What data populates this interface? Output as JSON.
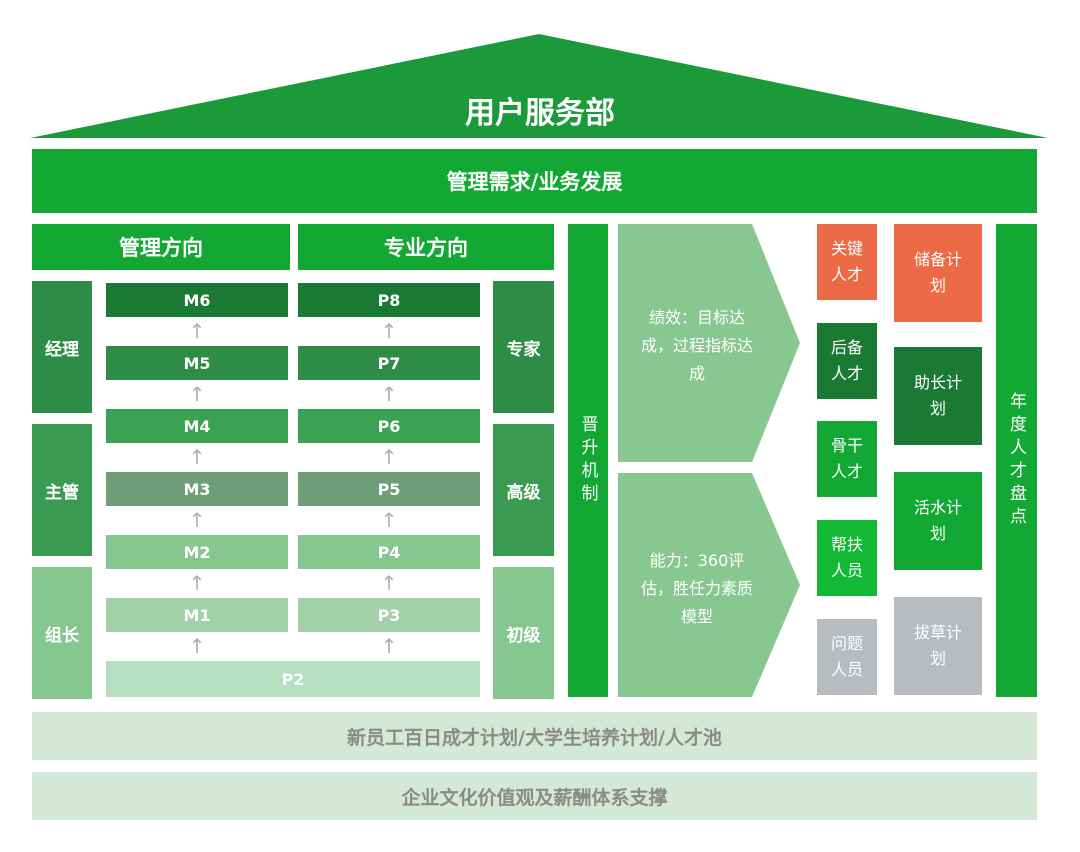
{
  "title": "用户服务部",
  "banner": "管理需求/业务发展",
  "management": {
    "header": "管理方向",
    "roles": [
      "经理",
      "主管",
      "组长"
    ],
    "levels": [
      "M6",
      "M5",
      "M4",
      "M3",
      "M2",
      "M1"
    ]
  },
  "professional": {
    "header": "专业方向",
    "roles": [
      "专家",
      "高级",
      "初级"
    ],
    "levels": [
      "P8",
      "P7",
      "P6",
      "P5",
      "P4",
      "P3"
    ],
    "base": "P2"
  },
  "arrow_glyph": "↑",
  "promotion": "晋升机制",
  "assessments": {
    "performance": "绩效：目标达成，过程指标达成",
    "ability": "能力：360评估，胜任力素质模型"
  },
  "talent_types": [
    "关键人才",
    "后备人才",
    "骨干人才",
    "帮扶人员",
    "问题人员"
  ],
  "plans": [
    "储备计划",
    "助长计划",
    "活水计划",
    "拔草计划"
  ],
  "annual_review": "年度人才盘点",
  "foundation": {
    "line1": "新员工百日成才计划/大学生培养计划/人才池",
    "line2": "企业文化价值观及薪酬体系支撑"
  },
  "colors": {
    "main_green": "#13a834",
    "dark_green": "#1a7a34",
    "orange": "#ec6b46",
    "gray": "#b8bcc0",
    "pale_band": "#d4e8d8"
  }
}
